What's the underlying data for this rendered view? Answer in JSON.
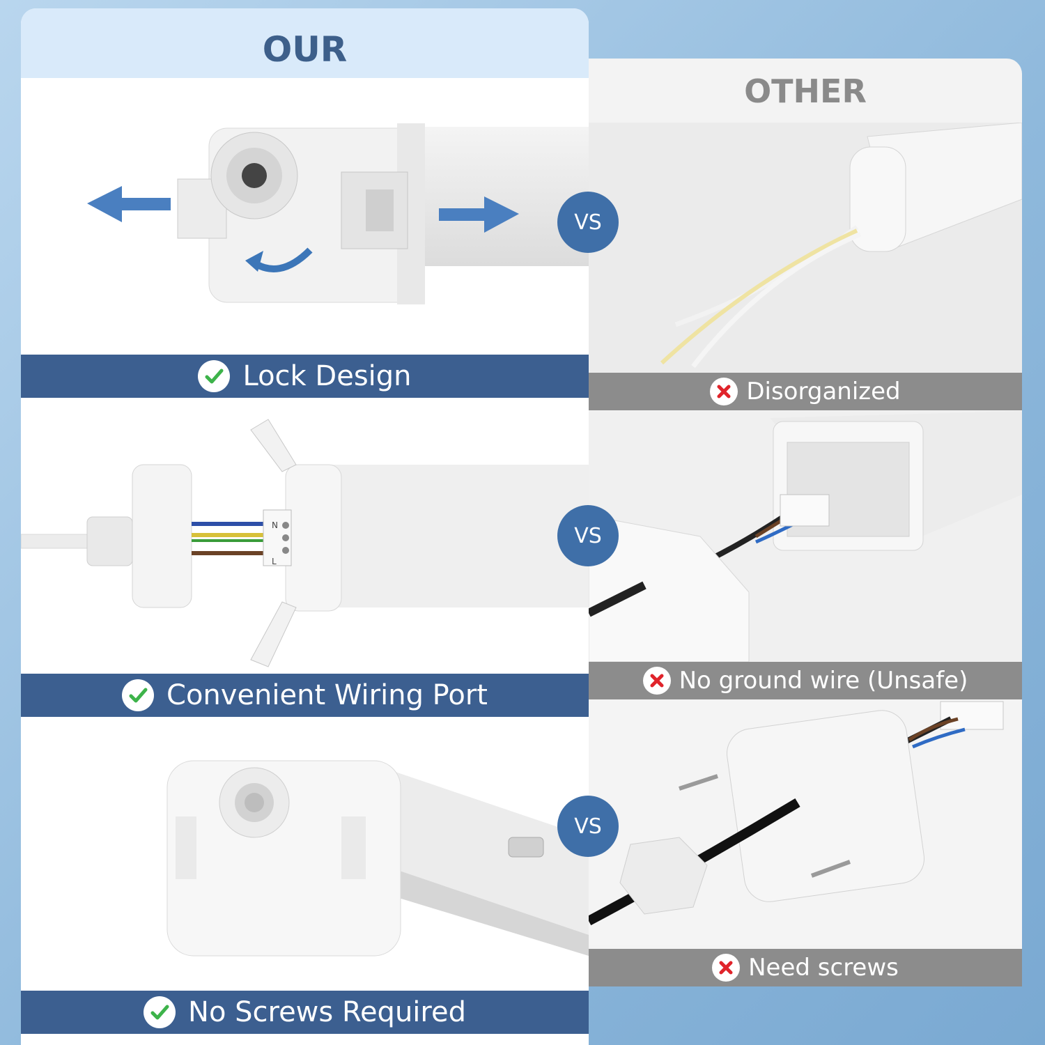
{
  "our": {
    "title": "OUR",
    "features": [
      {
        "label": "Lock Design",
        "icon": "check-icon"
      },
      {
        "label": "Convenient Wiring Port",
        "icon": "check-icon"
      },
      {
        "label": "No Screws Required",
        "icon": "check-icon"
      }
    ]
  },
  "other": {
    "title": "OTHER",
    "drawbacks": [
      {
        "label": "Disorganized",
        "icon": "x-icon"
      },
      {
        "label": "No ground wire (Unsafe)",
        "icon": "x-icon"
      },
      {
        "label": "Need screws",
        "icon": "x-icon"
      }
    ]
  },
  "vs_label": "VS",
  "wiring": {
    "terminal_n": "N",
    "terminal_l": "L"
  },
  "colors": {
    "accent_blue": "#3c5f90",
    "vs_blue": "#3f6fa8",
    "other_gray": "#8c8c8c",
    "check_green": "#3db34a",
    "x_red": "#e0242b"
  }
}
